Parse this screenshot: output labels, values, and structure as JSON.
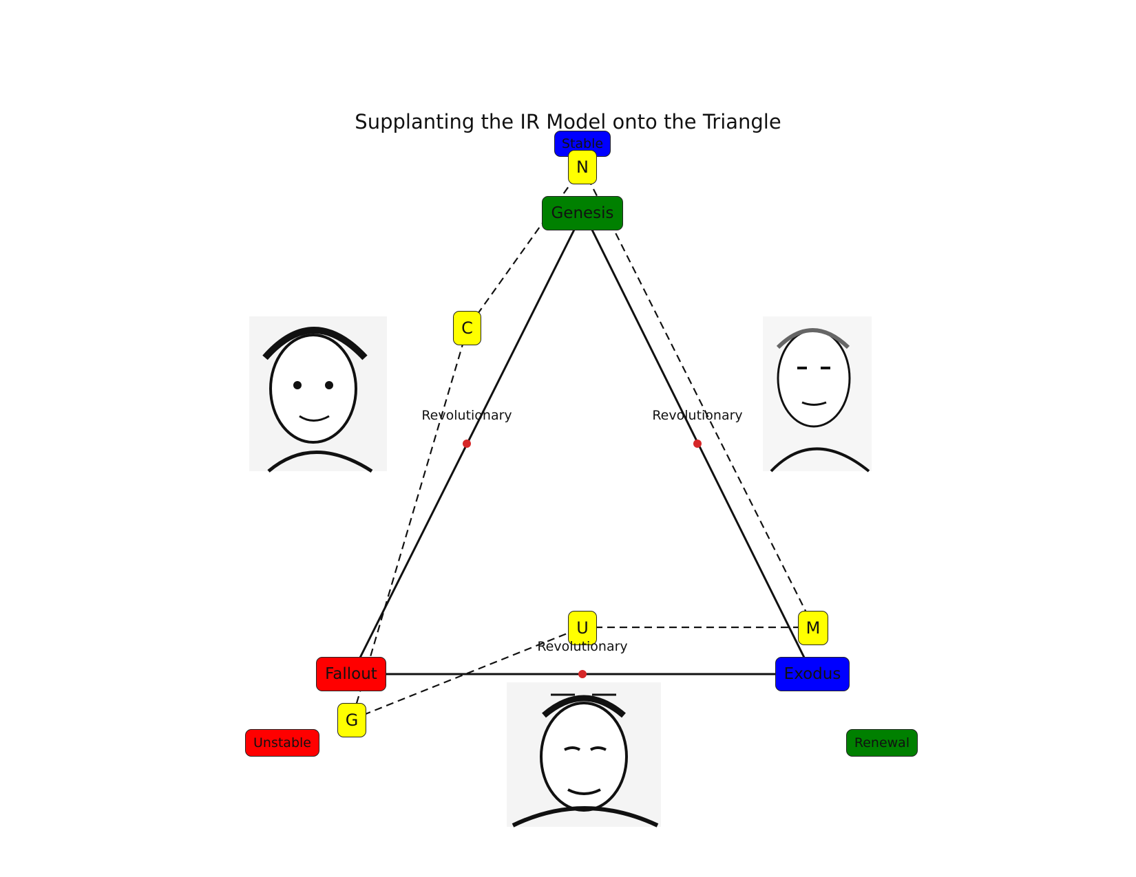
{
  "title": "Supplanting the IR Model onto the Triangle",
  "colors": {
    "green": "#008000",
    "red": "#ff0000",
    "blue": "#0000ff",
    "yellow": "#ffff00",
    "dot": "#d62728"
  },
  "nodes": {
    "genesis": {
      "label": "Genesis",
      "color": "#008000"
    },
    "fallout": {
      "label": "Fallout",
      "color": "#ff0000"
    },
    "exodus": {
      "label": "Exodus",
      "color": "#0000ff"
    }
  },
  "states": {
    "stable": {
      "label": "Stable",
      "color": "#0000ff"
    },
    "unstable": {
      "label": "Unstable",
      "color": "#ff0000"
    },
    "renewal": {
      "label": "Renewal",
      "color": "#008000"
    }
  },
  "markers": {
    "n": "N",
    "c": "C",
    "g": "G",
    "u": "U",
    "m": "M"
  },
  "edge_labels": {
    "left": "Revolutionary",
    "right": "Revolutionary",
    "bottom": "Revolutionary"
  },
  "portraits": [
    "portrait-icon",
    "portrait-icon",
    "portrait-icon"
  ]
}
